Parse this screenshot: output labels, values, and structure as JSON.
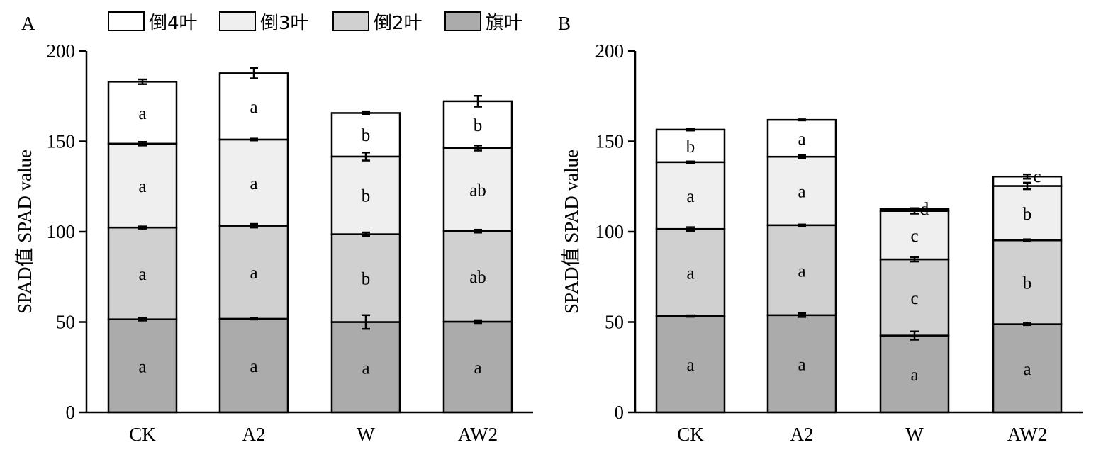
{
  "legend": {
    "items": [
      {
        "label": "倒4叶",
        "color": "#ffffff"
      },
      {
        "label": "倒3叶",
        "color": "#efefef"
      },
      {
        "label": "倒2叶",
        "color": "#d0d0d0"
      },
      {
        "label": "旗叶",
        "color": "#ababab"
      }
    ]
  },
  "chart_data": [
    {
      "type": "bar",
      "stacked": true,
      "panel_label": "A",
      "title": "",
      "xlabel": "",
      "ylabel": "SPAD值 SPAD value",
      "ylim": [
        0,
        200
      ],
      "yticks": [
        0,
        50,
        100,
        150,
        200
      ],
      "grid": false,
      "categories": [
        "CK",
        "A2",
        "W",
        "AW2"
      ],
      "series": [
        {
          "name": "旗叶",
          "values": [
            51.5,
            51.8,
            50.0,
            50.2
          ],
          "errors": [
            0.7,
            0.4,
            3.8,
            0.8
          ],
          "letters": [
            "a",
            "a",
            "a",
            "a"
          ]
        },
        {
          "name": "倒2叶",
          "values": [
            50.8,
            51.5,
            48.6,
            50.1
          ],
          "errors": [
            0.6,
            1.0,
            1.0,
            0.8
          ],
          "letters": [
            "a",
            "a",
            "b",
            "ab"
          ]
        },
        {
          "name": "倒3叶",
          "values": [
            46.4,
            47.7,
            43.0,
            46.0
          ],
          "errors": [
            1.0,
            0.5,
            2.2,
            1.4
          ],
          "letters": [
            "a",
            "a",
            "b",
            "ab"
          ]
        },
        {
          "name": "倒4叶",
          "values": [
            34.3,
            36.7,
            24.1,
            25.9
          ],
          "errors": [
            1.3,
            2.8,
            0.9,
            3.0
          ],
          "letters": [
            "a",
            "a",
            "b",
            "b"
          ]
        }
      ]
    },
    {
      "type": "bar",
      "stacked": true,
      "panel_label": "B",
      "title": "",
      "xlabel": "",
      "ylabel": "SPAD值 SPAD value",
      "ylim": [
        0,
        200
      ],
      "yticks": [
        0,
        50,
        100,
        150,
        200
      ],
      "grid": false,
      "categories": [
        "CK",
        "A2",
        "W",
        "AW2"
      ],
      "series": [
        {
          "name": "旗叶",
          "values": [
            53.3,
            53.8,
            42.5,
            48.8
          ],
          "errors": [
            0.4,
            1.0,
            2.3,
            0.5
          ],
          "letters": [
            "a",
            "a",
            "a",
            "a"
          ]
        },
        {
          "name": "倒2叶",
          "values": [
            48.2,
            49.8,
            42.2,
            46.4
          ],
          "errors": [
            1.0,
            0.4,
            1.2,
            0.6
          ],
          "letters": [
            "a",
            "a",
            "c",
            "b"
          ]
        },
        {
          "name": "倒3叶",
          "values": [
            37.0,
            37.9,
            26.8,
            30.1
          ],
          "errors": [
            0.4,
            0.9,
            1.5,
            1.8
          ],
          "letters": [
            "a",
            "a",
            "c",
            "b"
          ]
        },
        {
          "name": "倒4叶",
          "values": [
            18.0,
            20.4,
            1.1,
            5.2
          ],
          "errors": [
            0.5,
            0.3,
            0.4,
            1.2
          ],
          "letters": [
            "b",
            "a",
            "d",
            "c"
          ]
        }
      ]
    }
  ]
}
